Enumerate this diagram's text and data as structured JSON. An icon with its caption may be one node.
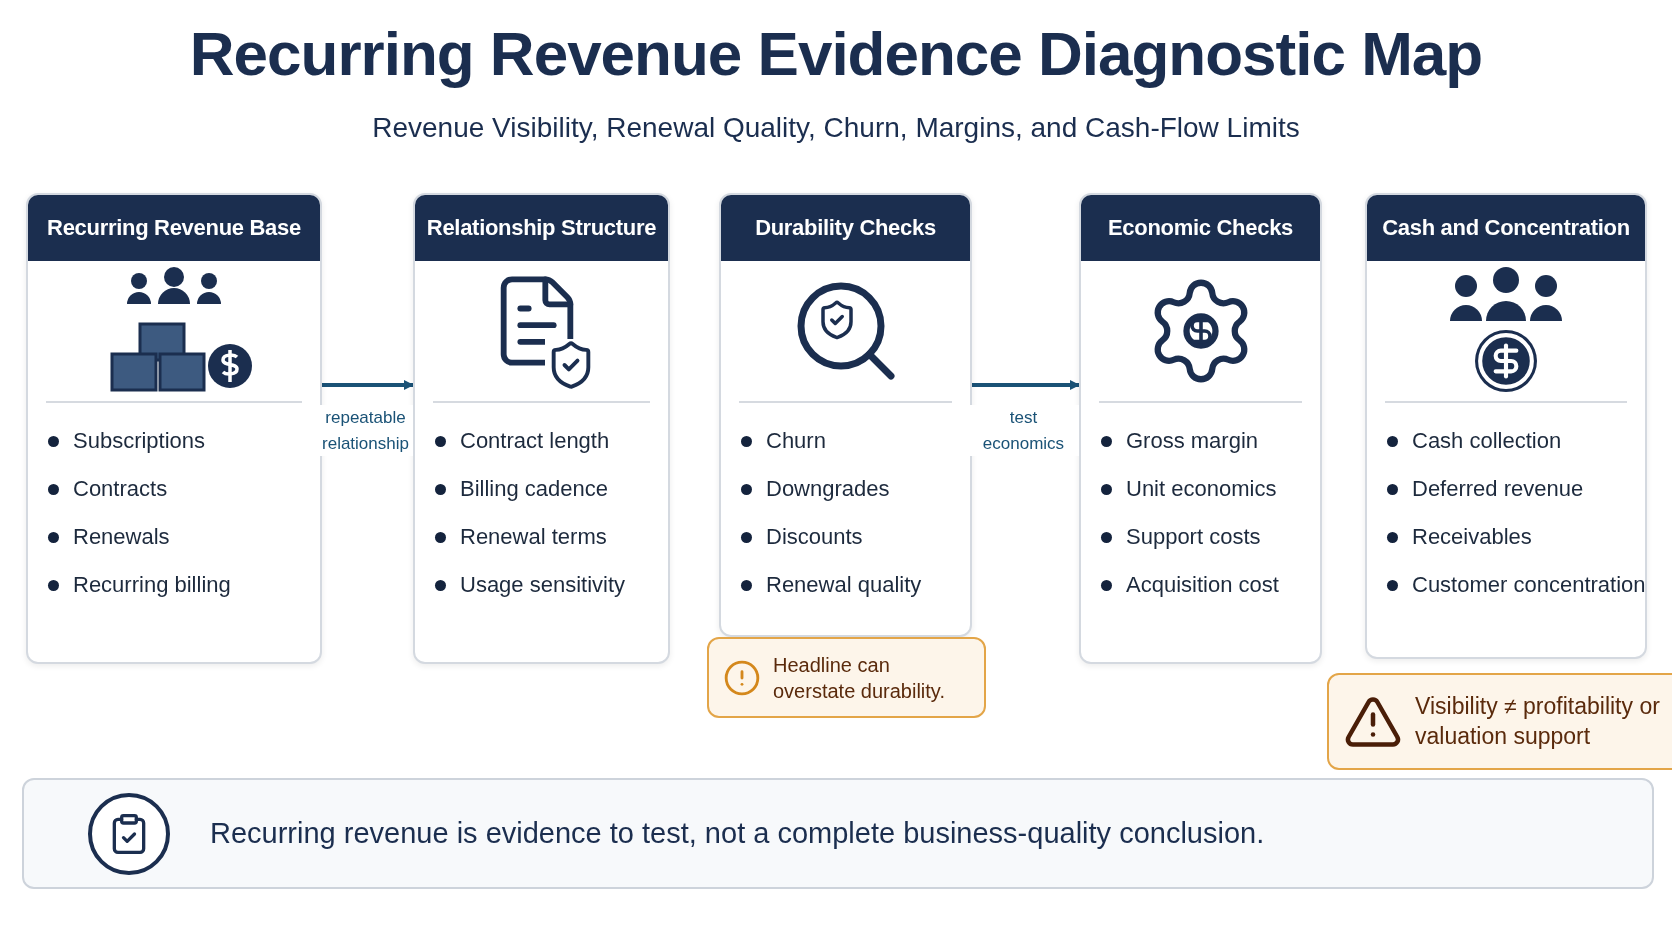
{
  "diagram": {
    "title": "Recurring Revenue Evidence Diagnostic Map",
    "caption": "Revenue Visibility, Renewal Quality, Churn, Margins, and Cash-Flow Limits",
    "nodes": [
      {
        "text": [
          "Recurring Revenue Base",
          "Subscriptions",
          "Contracts",
          "Renewals",
          "Recurring billing"
        ]
      },
      {
        "text": [
          "Relationship Structure",
          "Contract length",
          "Billing cadence",
          "Renewal terms",
          "Usage sensitivity"
        ]
      },
      {
        "text": [
          "Durability Checks",
          "Churn",
          "Downgrades",
          "Discounts",
          "Renewal quality"
        ]
      },
      {
        "text": [
          "Economic Checks",
          "Gross margin",
          "Unit economics",
          "Support costs",
          "Acquisition cost"
        ]
      },
      {
        "text": [
          "Cash and Concentration",
          "Cash collection",
          "Deferred revenue",
          "Receivables",
          "Customer concentration"
        ]
      },
      {
        "text": [
          "Headline can overstate durability."
        ]
      },
      {
        "text": [
          "Visibility ≠ profitability or valuation support"
        ]
      },
      {
        "text": [
          "Recurring revenue is evidence to test, not a complete business-quality conclusion."
        ]
      }
    ],
    "edges": [
      {
        "from": 0,
        "to": 1,
        "arrow": "to",
        "label": "repeatable relationship"
      },
      {
        "from": 2,
        "to": 3,
        "arrow": "to",
        "label": "test economics"
      }
    ]
  }
}
